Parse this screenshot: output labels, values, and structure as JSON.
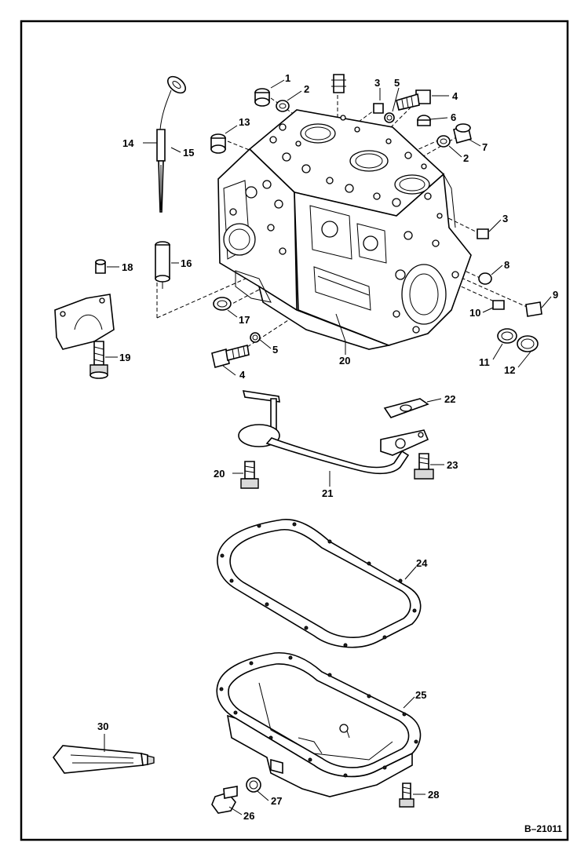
{
  "reference": "B–21011",
  "callouts": [
    {
      "label": "1"
    },
    {
      "label": "2"
    },
    {
      "label": "3"
    },
    {
      "label": "5"
    },
    {
      "label": "4"
    },
    {
      "label": "6"
    },
    {
      "label": "7"
    },
    {
      "label": "2"
    },
    {
      "label": "13"
    },
    {
      "label": "14"
    },
    {
      "label": "15"
    },
    {
      "label": "3"
    },
    {
      "label": "16"
    },
    {
      "label": "18"
    },
    {
      "label": "8"
    },
    {
      "label": "9"
    },
    {
      "label": "10"
    },
    {
      "label": "17"
    },
    {
      "label": "5"
    },
    {
      "label": "11"
    },
    {
      "label": "12"
    },
    {
      "label": "19"
    },
    {
      "label": "4"
    },
    {
      "label": "20"
    },
    {
      "label": "22"
    },
    {
      "label": "23"
    },
    {
      "label": "20"
    },
    {
      "label": "21"
    },
    {
      "label": "24"
    },
    {
      "label": "25"
    },
    {
      "label": "30"
    },
    {
      "label": "26"
    },
    {
      "label": "27"
    },
    {
      "label": "28"
    }
  ]
}
